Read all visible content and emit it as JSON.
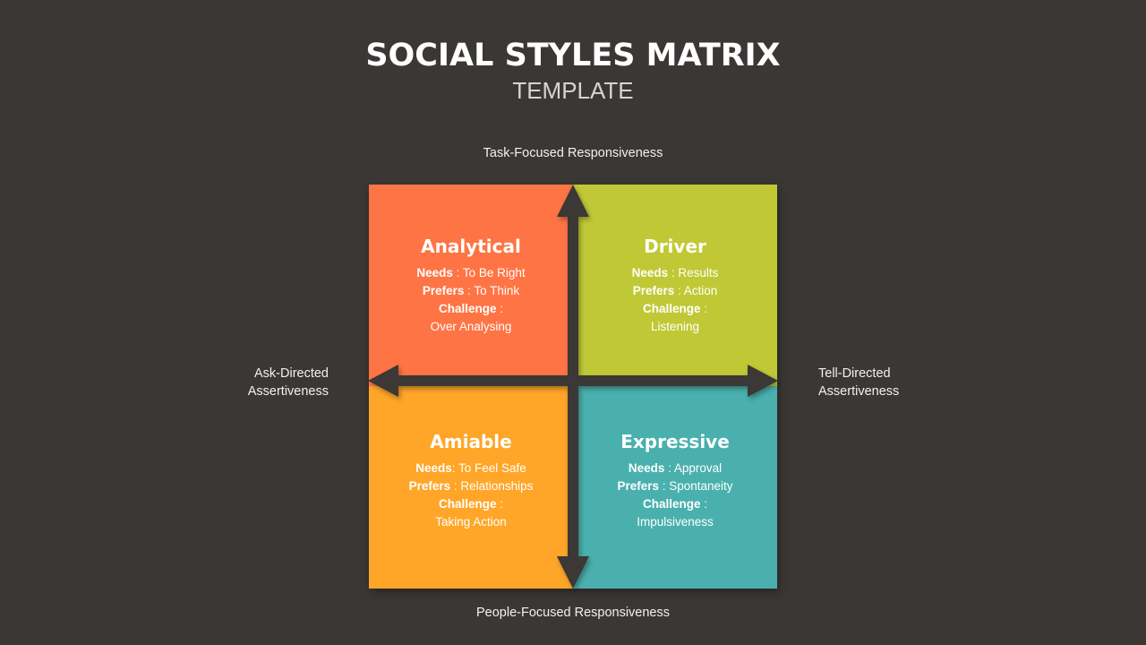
{
  "header": {
    "title": "SOCIAL STYLES MATRIX",
    "subtitle": "TEMPLATE"
  },
  "axes": {
    "top": "Task-Focused Responsiveness",
    "bottom": "People-Focused Responsiveness",
    "left_line1": "Ask-Directed",
    "left_line2": "Assertiveness",
    "right_line1": "Tell-Directed",
    "right_line2": "Assertiveness"
  },
  "colors": {
    "background": "#3b3735",
    "analytical": "#ff7444",
    "driver": "#c0c935",
    "amiable": "#ffa628",
    "expressive": "#4ab0ad",
    "arrow": "#3b3735"
  },
  "quadrants": [
    {
      "title": "Analytical",
      "needs_label": "Needs",
      "needs": " : To Be Right",
      "prefers_label": "Prefers",
      "prefers": " : To Think",
      "challenge_label": "Challenge",
      "challenge_sep": " :",
      "challenge": "Over Analysing"
    },
    {
      "title": "Driver",
      "needs_label": "Needs",
      "needs": " : Results",
      "prefers_label": "Prefers",
      "prefers": " : Action",
      "challenge_label": "Challenge",
      "challenge_sep": " :",
      "challenge": "Listening"
    },
    {
      "title": "Amiable",
      "needs_label": "Needs",
      "needs": ": To Feel Safe",
      "prefers_label": "Prefers",
      "prefers": " : Relationships",
      "challenge_label": "Challenge",
      "challenge_sep": " :",
      "challenge": "Taking Action"
    },
    {
      "title": "Expressive",
      "needs_label": "Needs",
      "needs": " : Approval",
      "prefers_label": "Prefers",
      "prefers": " : Spontaneity",
      "challenge_label": "Challenge",
      "challenge_sep": " :",
      "challenge": "Impulsiveness"
    }
  ]
}
